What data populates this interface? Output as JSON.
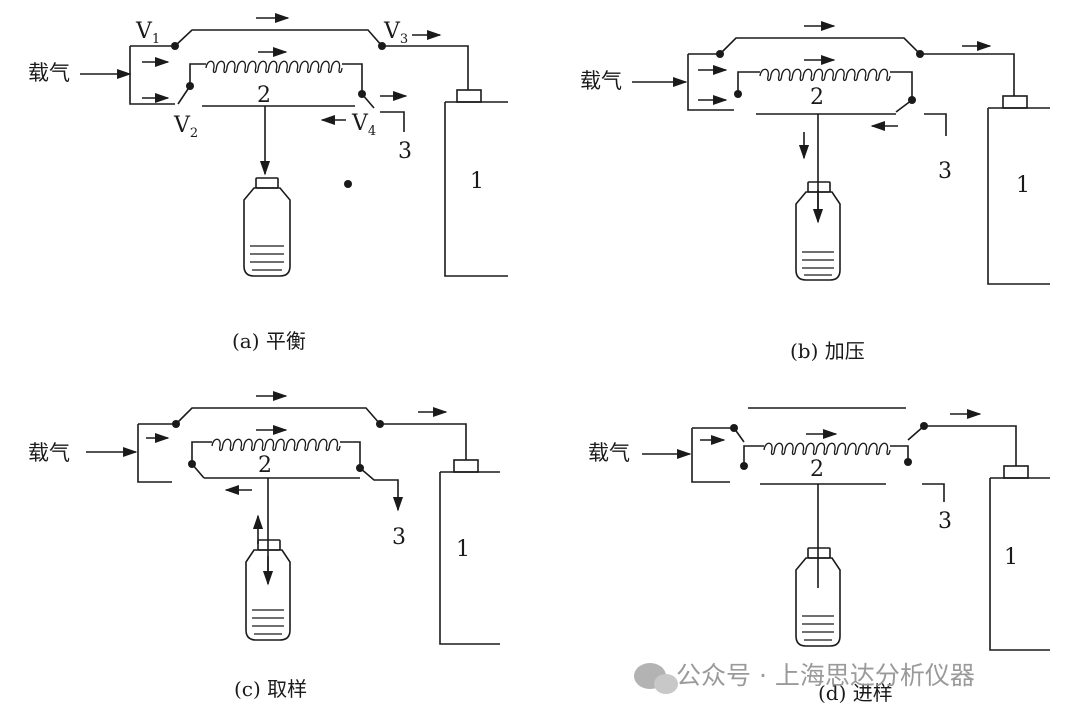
{
  "panels": {
    "a": {
      "inlet_label": "载气",
      "caption": "(a)  平衡",
      "valves": {
        "v1": "V",
        "v1_sub": "1",
        "v2": "V",
        "v2_sub": "2",
        "v3": "V",
        "v3_sub": "3",
        "v4": "V",
        "v4_sub": "4"
      },
      "loop_label": "2",
      "vent_label": "3",
      "column_label": "1"
    },
    "b": {
      "inlet_label": "载气",
      "caption": "(b)  加压",
      "loop_label": "2",
      "vent_label": "3",
      "column_label": "1"
    },
    "c": {
      "inlet_label": "载气",
      "caption": "(c)  取样",
      "loop_label": "2",
      "vent_label": "3",
      "column_label": "1"
    },
    "d": {
      "inlet_label": "载气",
      "caption": "(d)  进样",
      "loop_label": "2",
      "vent_label": "3",
      "column_label": "1"
    }
  },
  "watermark": "公众号 · 上海思达分析仪器"
}
